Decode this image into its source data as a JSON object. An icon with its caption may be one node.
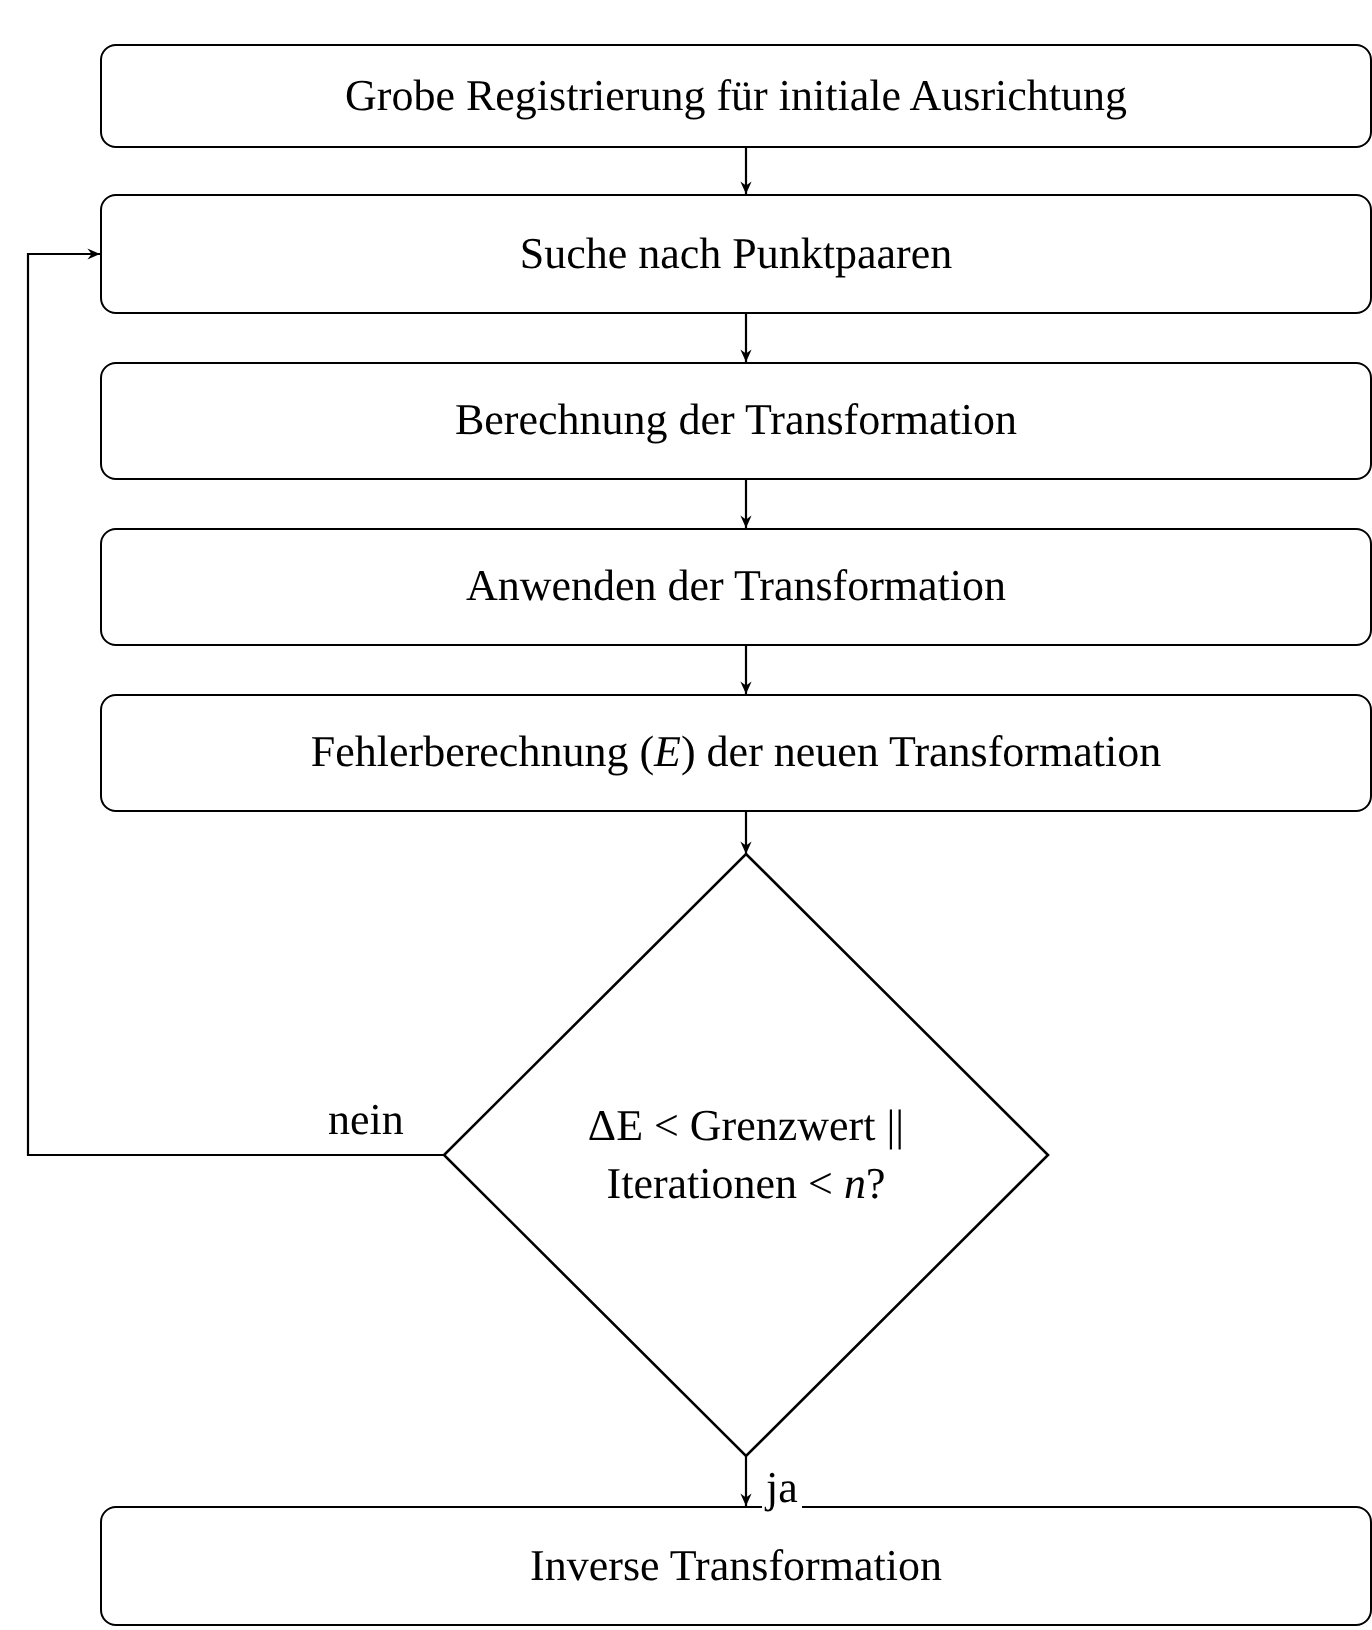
{
  "diagram": {
    "nodes": [
      {
        "text": [
          "Grobe Registrierung für initiale Ausrichtung"
        ]
      },
      {
        "text": [
          "Suche nach Punktpaaren"
        ]
      },
      {
        "text": [
          "Berechnung der Transformation"
        ]
      },
      {
        "text": [
          "Anwenden der Transformation"
        ]
      },
      {
        "text": [
          "Fehlerberechnung (*E*) der neuen Transformation"
        ]
      },
      {
        "text": [
          "ΔE < Grenzwert || Iterationen < *n*?"
        ]
      },
      {
        "text": [
          "Inverse Transformation"
        ]
      }
    ],
    "edges": [
      {
        "from": 0,
        "to": 1,
        "arrow": "to"
      },
      {
        "from": 1,
        "to": 2,
        "arrow": "to"
      },
      {
        "from": 2,
        "to": 3,
        "arrow": "to"
      },
      {
        "from": 3,
        "to": 4,
        "arrow": "to"
      },
      {
        "from": 4,
        "to": 5,
        "arrow": "to"
      },
      {
        "from": 5,
        "to": 1,
        "arrow": "to",
        "label": "nein"
      },
      {
        "from": 5,
        "to": 6,
        "arrow": "to",
        "label": "ja"
      }
    ]
  }
}
